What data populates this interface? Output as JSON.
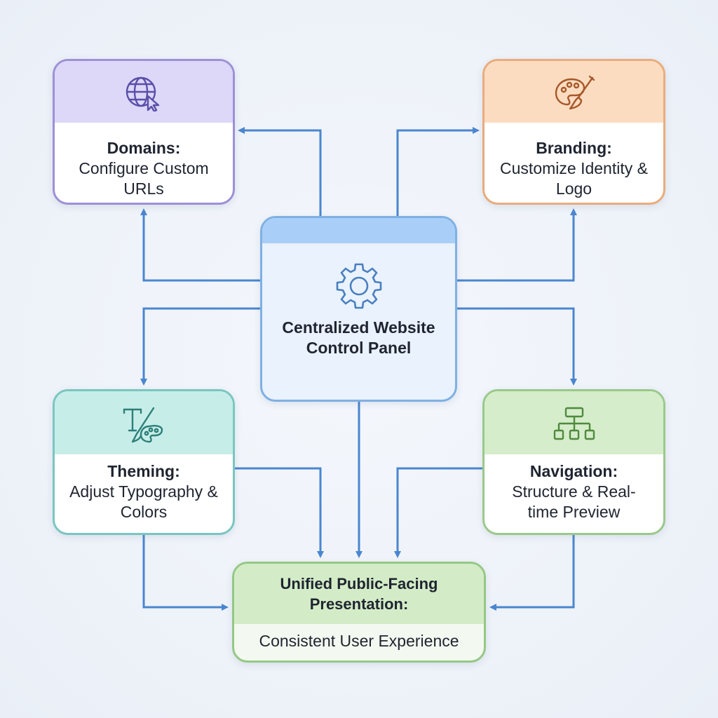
{
  "colors": {
    "connector": "#4a86cf",
    "domains_border": "#9d90d6",
    "branding_border": "#e9ac7c",
    "central_border": "#7fb0e3",
    "theming_border": "#79c6c0",
    "navigation_border": "#9ac98a",
    "unified_border": "#94c884"
  },
  "nodes": {
    "domains": {
      "icon": "globe-cursor-icon",
      "title": "Domains:",
      "description": "Configure Custom URLs"
    },
    "branding": {
      "icon": "palette-brush-icon",
      "title": "Branding:",
      "description": "Customize Identity & Logo"
    },
    "central": {
      "icon": "gear-icon",
      "title": "Centralized Website Control Panel"
    },
    "theming": {
      "icon": "typography-palette-icon",
      "title": "Theming:",
      "description": "Adjust Typography & Colors"
    },
    "navigation": {
      "icon": "sitemap-icon",
      "title": "Navigation:",
      "description": "Structure & Real-time Preview"
    },
    "unified": {
      "title": "Unified Public-Facing Presentation:",
      "description": "Consistent User Experience"
    }
  },
  "edges": [
    {
      "from": "central",
      "to": "domains"
    },
    {
      "from": "central",
      "to": "domains"
    },
    {
      "from": "central",
      "to": "branding"
    },
    {
      "from": "central",
      "to": "branding"
    },
    {
      "from": "central",
      "to": "theming"
    },
    {
      "from": "central",
      "to": "navigation"
    },
    {
      "from": "central",
      "to": "unified"
    },
    {
      "from": "theming",
      "to": "unified"
    },
    {
      "from": "theming",
      "to": "unified"
    },
    {
      "from": "navigation",
      "to": "unified"
    },
    {
      "from": "navigation",
      "to": "unified"
    }
  ]
}
